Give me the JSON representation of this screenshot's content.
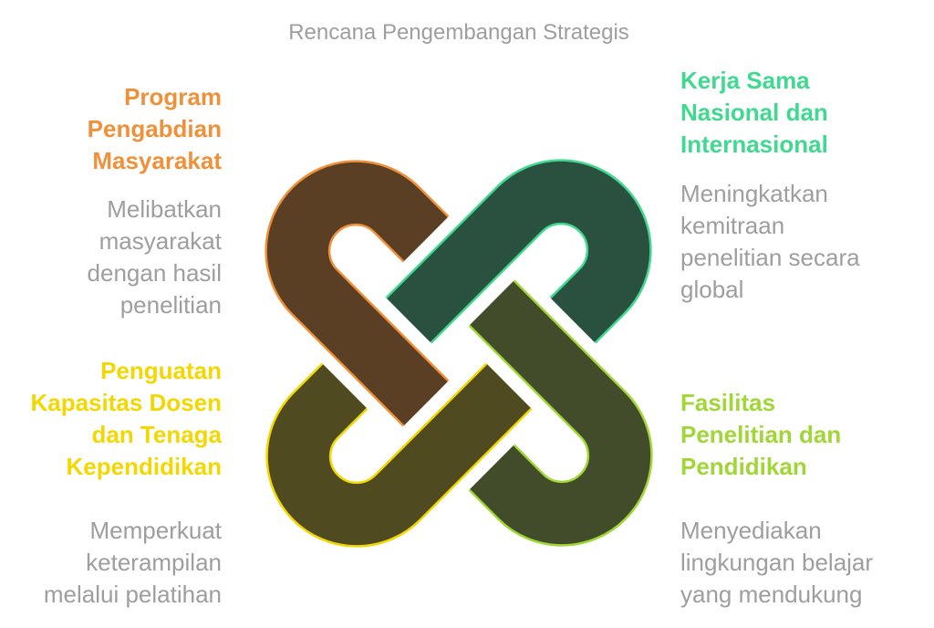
{
  "title": "Rencana Pengembangan Strategis",
  "colors": {
    "orange": "#f0913a",
    "green": "#3fd98f",
    "lime": "#a0d636",
    "yellow": "#f2d800",
    "gray": "#9e9e9e"
  },
  "items": [
    {
      "heading": [
        "Program",
        "Pengabdian",
        "Masyarakat"
      ],
      "description": [
        "Melibatkan",
        "masyarakat",
        "dengan hasil",
        "penelitian"
      ]
    },
    {
      "heading": [
        "Kerja Sama",
        "Nasional dan",
        "Internasional"
      ],
      "description": [
        "Meningkatkan",
        "kemitraan",
        "penelitian secara",
        "global"
      ]
    },
    {
      "heading": [
        "Penguatan",
        "Kapasitas Dosen",
        "dan Tenaga",
        "Kependidikan"
      ],
      "description": [
        "Memperkuat",
        "keterampilan",
        "melalui pelatihan"
      ]
    },
    {
      "heading": [
        "Fasilitas",
        "Penelitian dan",
        "Pendidikan"
      ],
      "description": [
        "Menyediakan",
        "lingkungan belajar",
        "yang mendukung"
      ]
    }
  ]
}
